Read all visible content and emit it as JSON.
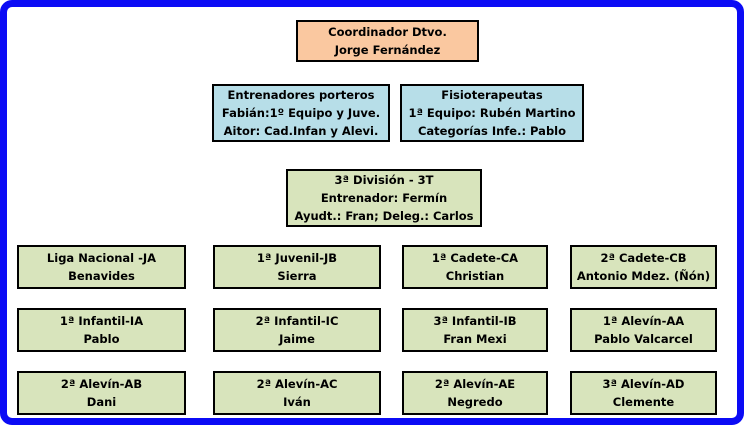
{
  "colors": {
    "frame_border": "#0b0bf5",
    "coordinator_bg": "#fac8a0",
    "staff_bg": "#b7dee8",
    "division_bg": "#d8e4bc",
    "team_bg": "#d8e4bc",
    "box_border": "#000000",
    "text": "#000000"
  },
  "org": {
    "root": {
      "lines": [
        "Coordinador Dtvo.",
        "Jorge Fernández"
      ]
    },
    "staff": [
      {
        "lines": [
          "Entrenadores porteros",
          "Fabián:1º Equipo y Juve.",
          "Aitor: Cad.Infan y Alevi."
        ]
      },
      {
        "lines": [
          "Fisioterapeutas",
          "1ª Equipo: Rubén Martino",
          "Categorías Infe.: Pablo"
        ]
      }
    ],
    "division": {
      "lines": [
        "3ª División - 3T",
        "Entrenador: Fermín",
        "Ayudt.: Fran; Deleg.: Carlos"
      ]
    },
    "teams": [
      [
        {
          "title": "Liga Nacional -JA",
          "name": "Benavides"
        },
        {
          "title": "1ª Juvenil-JB",
          "name": "Sierra"
        },
        {
          "title": "1ª Cadete-CA",
          "name": "Christian"
        },
        {
          "title": "2ª Cadete-CB",
          "name": "Antonio Mdez. (Ñón)"
        }
      ],
      [
        {
          "title": "1ª Infantil-IA",
          "name": "Pablo"
        },
        {
          "title": "2ª Infantil-IC",
          "name": "Jaime"
        },
        {
          "title": "3ª Infantil-IB",
          "name": "Fran Mexi"
        },
        {
          "title": "1ª Alevín-AA",
          "name": "Pablo Valcarcel"
        }
      ],
      [
        {
          "title": "2ª Alevín-AB",
          "name": "Dani"
        },
        {
          "title": "2ª Alevín-AC",
          "name": "Iván"
        },
        {
          "title": "2ª Alevín-AE",
          "name": "Negredo"
        },
        {
          "title": "3ª Alevín-AD",
          "name": "Clemente"
        }
      ]
    ]
  }
}
